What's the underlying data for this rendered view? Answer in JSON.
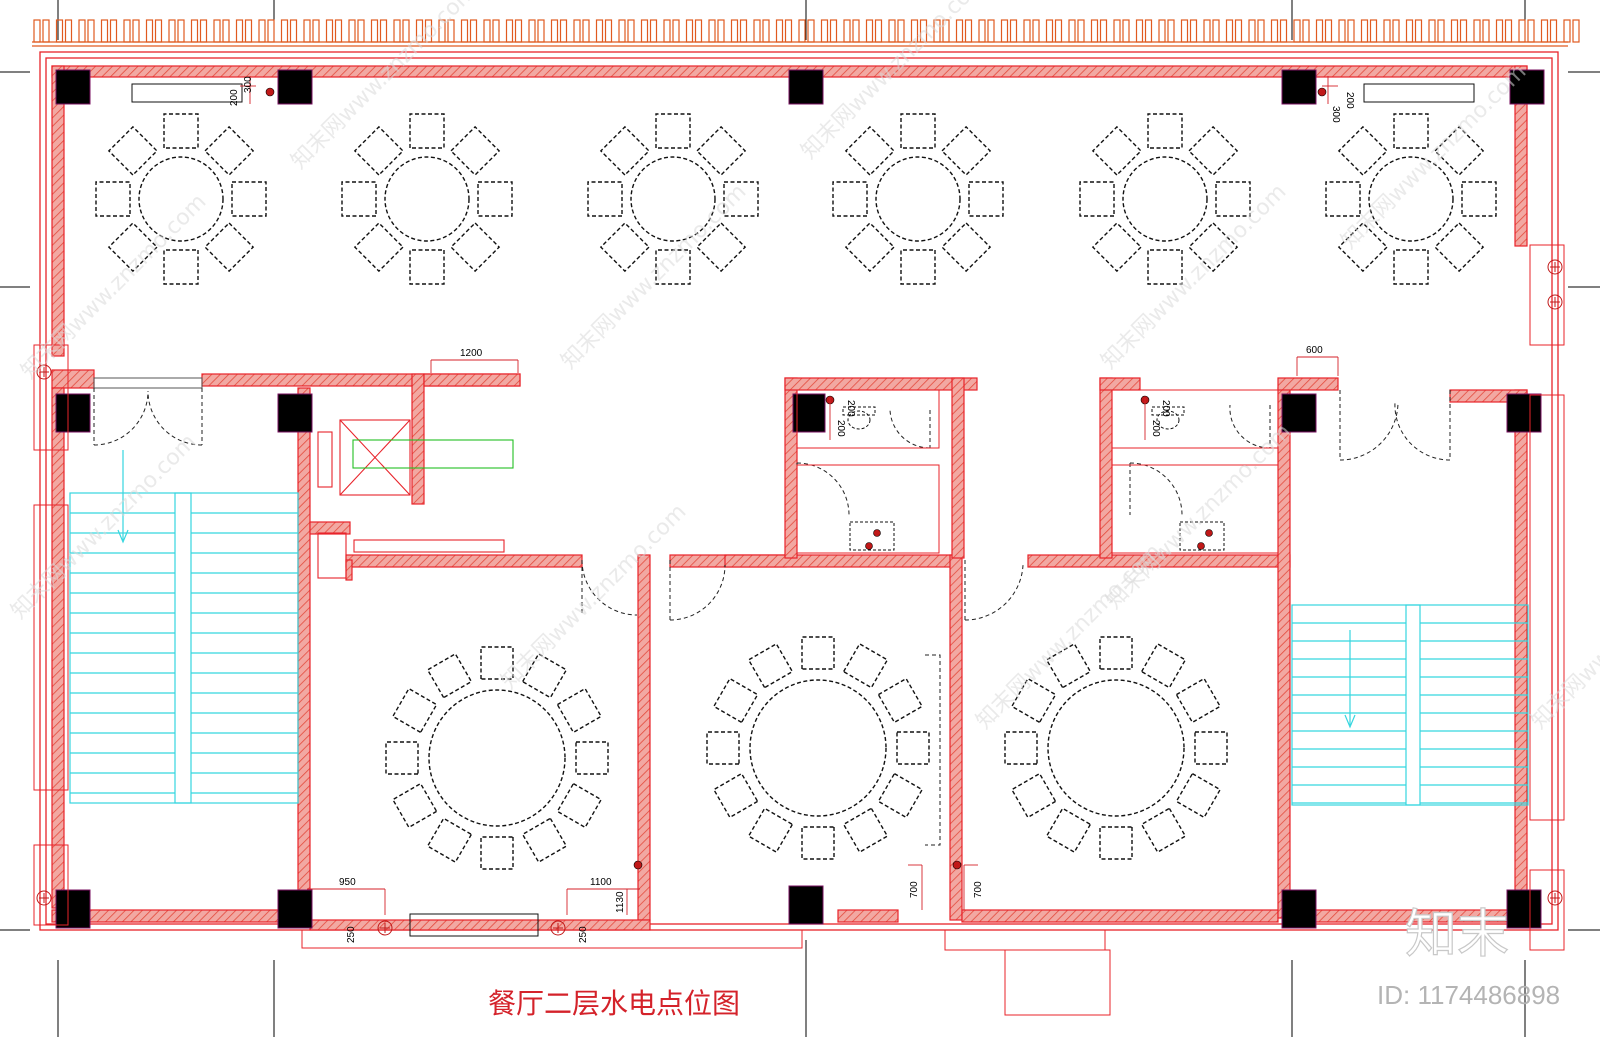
{
  "drawing": {
    "title": "餐厅二层水电点位图",
    "brand_mark": "知末",
    "id_label": "ID: 1174486898",
    "watermark": "知末网www.znzmo.com"
  },
  "dimensions": {
    "upper_left_corner_v": "300",
    "upper_left_corner_h": "200",
    "upper_right_corner_v": "300",
    "upper_right_corner_h": "200",
    "corridor_opening": "1200",
    "right_wc_offset": "600",
    "left_wc_v": "200",
    "left_wc_h": "200",
    "right_wc_v": "200",
    "right_wc_h": "200",
    "room1_left": "950",
    "room1_right": "1100",
    "room1_height": "1130",
    "room1_socket_left": "250",
    "room1_socket_right": "250",
    "room2_wall": "700",
    "room3_wall": "700"
  },
  "colors": {
    "wall_red": "#e8232a",
    "wall_fill": "#f3b6b2",
    "wall_hatch": "#e2c044",
    "column": "#000000",
    "stair": "#35d6df",
    "dimension": "#d4222a",
    "elevator": "#22c022",
    "furniture": "#111111"
  },
  "icons": [
    "electric-point-icon",
    "socket-icon",
    "elevator-icon",
    "toilet-icon",
    "sink-icon",
    "stair-arrow-icon"
  ]
}
